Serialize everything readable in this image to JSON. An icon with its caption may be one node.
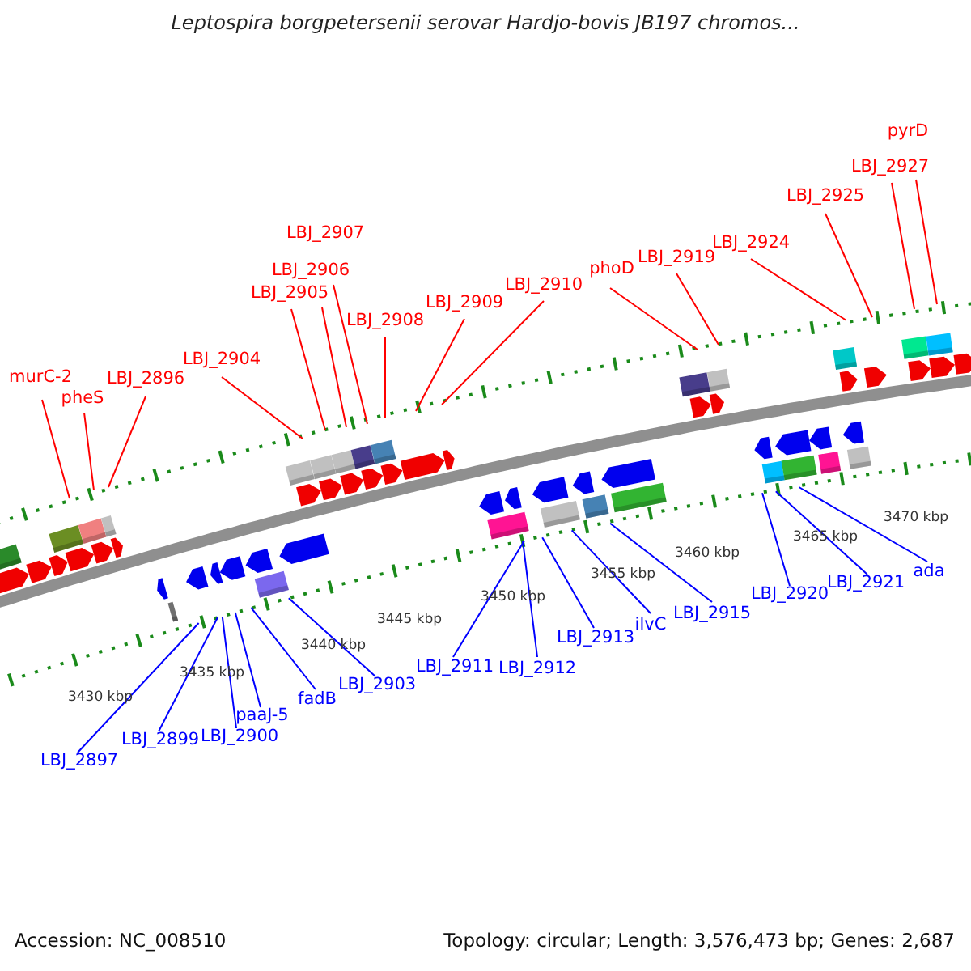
{
  "diagram": {
    "title": "Leptospira borgpetersenii serovar Hardjo-bovis JB197 chromos...",
    "nodes": [
      {
        "text": [
          "murC-2"
        ]
      },
      {
        "text": [
          "pheS"
        ]
      },
      {
        "text": [
          "LBJ_2896"
        ]
      },
      {
        "text": [
          "LBJ_2904"
        ]
      },
      {
        "text": [
          "LBJ_2905"
        ]
      },
      {
        "text": [
          "LBJ_2906"
        ]
      },
      {
        "text": [
          "LBJ_2907"
        ]
      },
      {
        "text": [
          "LBJ_2908"
        ]
      },
      {
        "text": [
          "LBJ_2909"
        ]
      },
      {
        "text": [
          "LBJ_2910"
        ]
      },
      {
        "text": [
          "phoD"
        ]
      },
      {
        "text": [
          "LBJ_2919"
        ]
      },
      {
        "text": [
          "LBJ_2924"
        ]
      },
      {
        "text": [
          "LBJ_2925"
        ]
      },
      {
        "text": [
          "LBJ_2927"
        ]
      },
      {
        "text": [
          "pyrD"
        ]
      },
      {
        "text": [
          "LBJ_2897"
        ]
      },
      {
        "text": [
          "LBJ_2899"
        ]
      },
      {
        "text": [
          "LBJ_2900"
        ]
      },
      {
        "text": [
          "paaJ-5"
        ]
      },
      {
        "text": [
          "fadB"
        ]
      },
      {
        "text": [
          "LBJ_2903"
        ]
      },
      {
        "text": [
          "LBJ_2911"
        ]
      },
      {
        "text": [
          "LBJ_2912"
        ]
      },
      {
        "text": [
          "LBJ_2913"
        ]
      },
      {
        "text": [
          "ilvC"
        ]
      },
      {
        "text": [
          "LBJ_2915"
        ]
      },
      {
        "text": [
          "LBJ_2920"
        ]
      },
      {
        "text": [
          "LBJ_2921"
        ]
      },
      {
        "text": [
          "ada"
        ]
      }
    ],
    "edges": [
      {
        "from": 0,
        "to": null,
        "arrow": "none"
      },
      {
        "from": 1,
        "to": null,
        "arrow": "none"
      },
      {
        "from": 2,
        "to": null,
        "arrow": "none"
      },
      {
        "from": 3,
        "to": null,
        "arrow": "none"
      },
      {
        "from": 4,
        "to": null,
        "arrow": "none"
      },
      {
        "from": 5,
        "to": null,
        "arrow": "none"
      },
      {
        "from": 6,
        "to": null,
        "arrow": "none"
      },
      {
        "from": 7,
        "to": null,
        "arrow": "none"
      },
      {
        "from": 8,
        "to": null,
        "arrow": "none"
      },
      {
        "from": 9,
        "to": null,
        "arrow": "none"
      },
      {
        "from": 10,
        "to": null,
        "arrow": "none"
      },
      {
        "from": 11,
        "to": null,
        "arrow": "none"
      },
      {
        "from": 12,
        "to": null,
        "arrow": "none"
      },
      {
        "from": 13,
        "to": null,
        "arrow": "none"
      },
      {
        "from": 14,
        "to": null,
        "arrow": "none"
      },
      {
        "from": 15,
        "to": null,
        "arrow": "none"
      },
      {
        "from": 16,
        "to": null,
        "arrow": "none",
        "color": "#0000ff"
      },
      {
        "from": 17,
        "to": null,
        "arrow": "none",
        "color": "#0000ff"
      },
      {
        "from": 18,
        "to": null,
        "arrow": "none",
        "color": "#0000ff"
      },
      {
        "from": 19,
        "to": null,
        "arrow": "none",
        "color": "#0000ff"
      },
      {
        "from": 20,
        "to": null,
        "arrow": "none",
        "color": "#0000ff"
      },
      {
        "from": 21,
        "to": null,
        "arrow": "none",
        "color": "#0000ff"
      },
      {
        "from": 22,
        "to": null,
        "arrow": "none",
        "color": "#0000ff"
      },
      {
        "from": 23,
        "to": null,
        "arrow": "none",
        "color": "#0000ff"
      },
      {
        "from": 24,
        "to": null,
        "arrow": "none",
        "color": "#0000ff"
      },
      {
        "from": 25,
        "to": null,
        "arrow": "none",
        "color": "#0000ff"
      },
      {
        "from": 26,
        "to": null,
        "arrow": "none",
        "color": "#0000ff"
      },
      {
        "from": 27,
        "to": null,
        "arrow": "none",
        "color": "#0000ff"
      },
      {
        "from": 28,
        "to": null,
        "arrow": "none",
        "color": "#0000ff"
      },
      {
        "from": 29,
        "to": null,
        "arrow": "none",
        "color": "#0000ff"
      }
    ],
    "labels": [
      "3430 kbp",
      "3435 kbp",
      "3440 kbp",
      "3445 kbp",
      "3450 kbp",
      "3455 kbp",
      "3460 kbp",
      "3465 kbp",
      "3470 kbp",
      "Accession: NC_008510",
      "Topology: circular; Length: 3,576,473 bp; Genes: 2,687"
    ]
  }
}
